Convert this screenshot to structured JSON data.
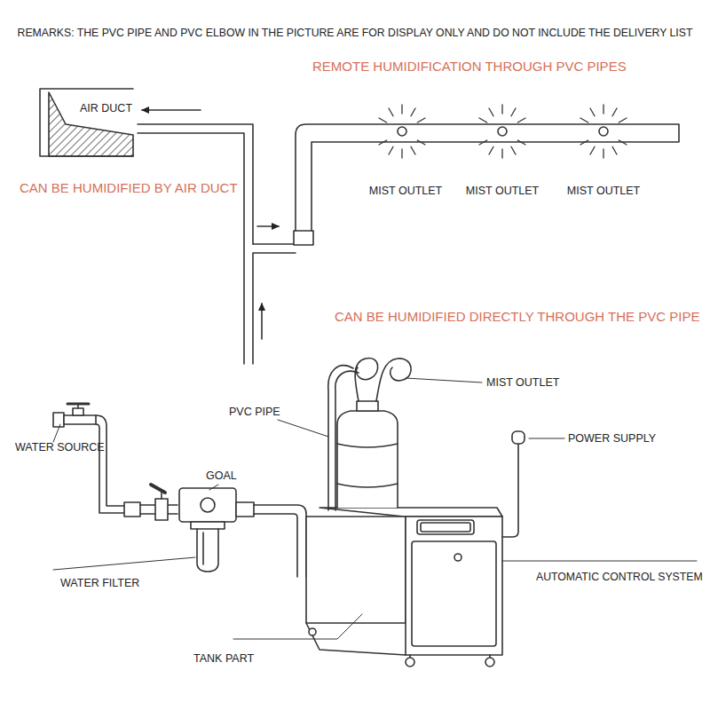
{
  "diagram": {
    "labels": [
      "REMARKS: THE PVC PIPE AND PVC ELBOW IN THE PICTURE ARE FOR DISPLAY ONLY AND DO NOT INCLUDE THE DELIVERY LIST",
      "REMOTE HUMIDIFICATION THROUGH PVC PIPES",
      "AIR DUCT",
      "CAN BE HUMIDIFIED BY AIR DUCT",
      "MIST OUTLET",
      "MIST OUTLET",
      "MIST OUTLET",
      "CAN BE HUMIDIFIED DIRECTLY THROUGH THE PVC PIPE",
      "MIST OUTLET",
      "PVC PIPE",
      "WATER SOURCE",
      "GOAL",
      "POWER SUPPLY",
      "WATER FILTER",
      "AUTOMATIC CONTROL SYSTEM",
      "TANK PART"
    ]
  }
}
